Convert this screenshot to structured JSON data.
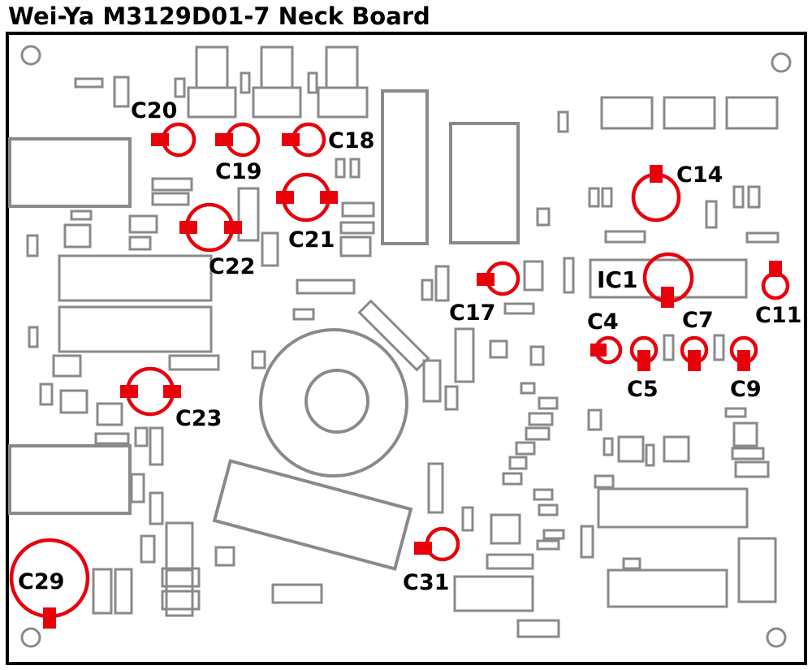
{
  "title": "Wei-Ya M3129D01-7 Neck Board",
  "highlight_color": "#e8000b",
  "outline_color": "#000000",
  "component_color": "#8a8a8a",
  "capacitors": [
    {
      "id": "c20",
      "label": "C20"
    },
    {
      "id": "c19",
      "label": "C19"
    },
    {
      "id": "c18",
      "label": "C18"
    },
    {
      "id": "c21",
      "label": "C21"
    },
    {
      "id": "c22",
      "label": "C22"
    },
    {
      "id": "c23",
      "label": "C23"
    },
    {
      "id": "c14",
      "label": "C14"
    },
    {
      "id": "c17",
      "label": "C17"
    },
    {
      "id": "c11",
      "label": "C11"
    },
    {
      "id": "c4",
      "label": "C4"
    },
    {
      "id": "c5",
      "label": "C5"
    },
    {
      "id": "c7",
      "label": "C7"
    },
    {
      "id": "c9",
      "label": "C9"
    },
    {
      "id": "c29",
      "label": "C29"
    },
    {
      "id": "c31",
      "label": "C31"
    }
  ],
  "ic": {
    "id": "ic1",
    "label": "IC1"
  }
}
